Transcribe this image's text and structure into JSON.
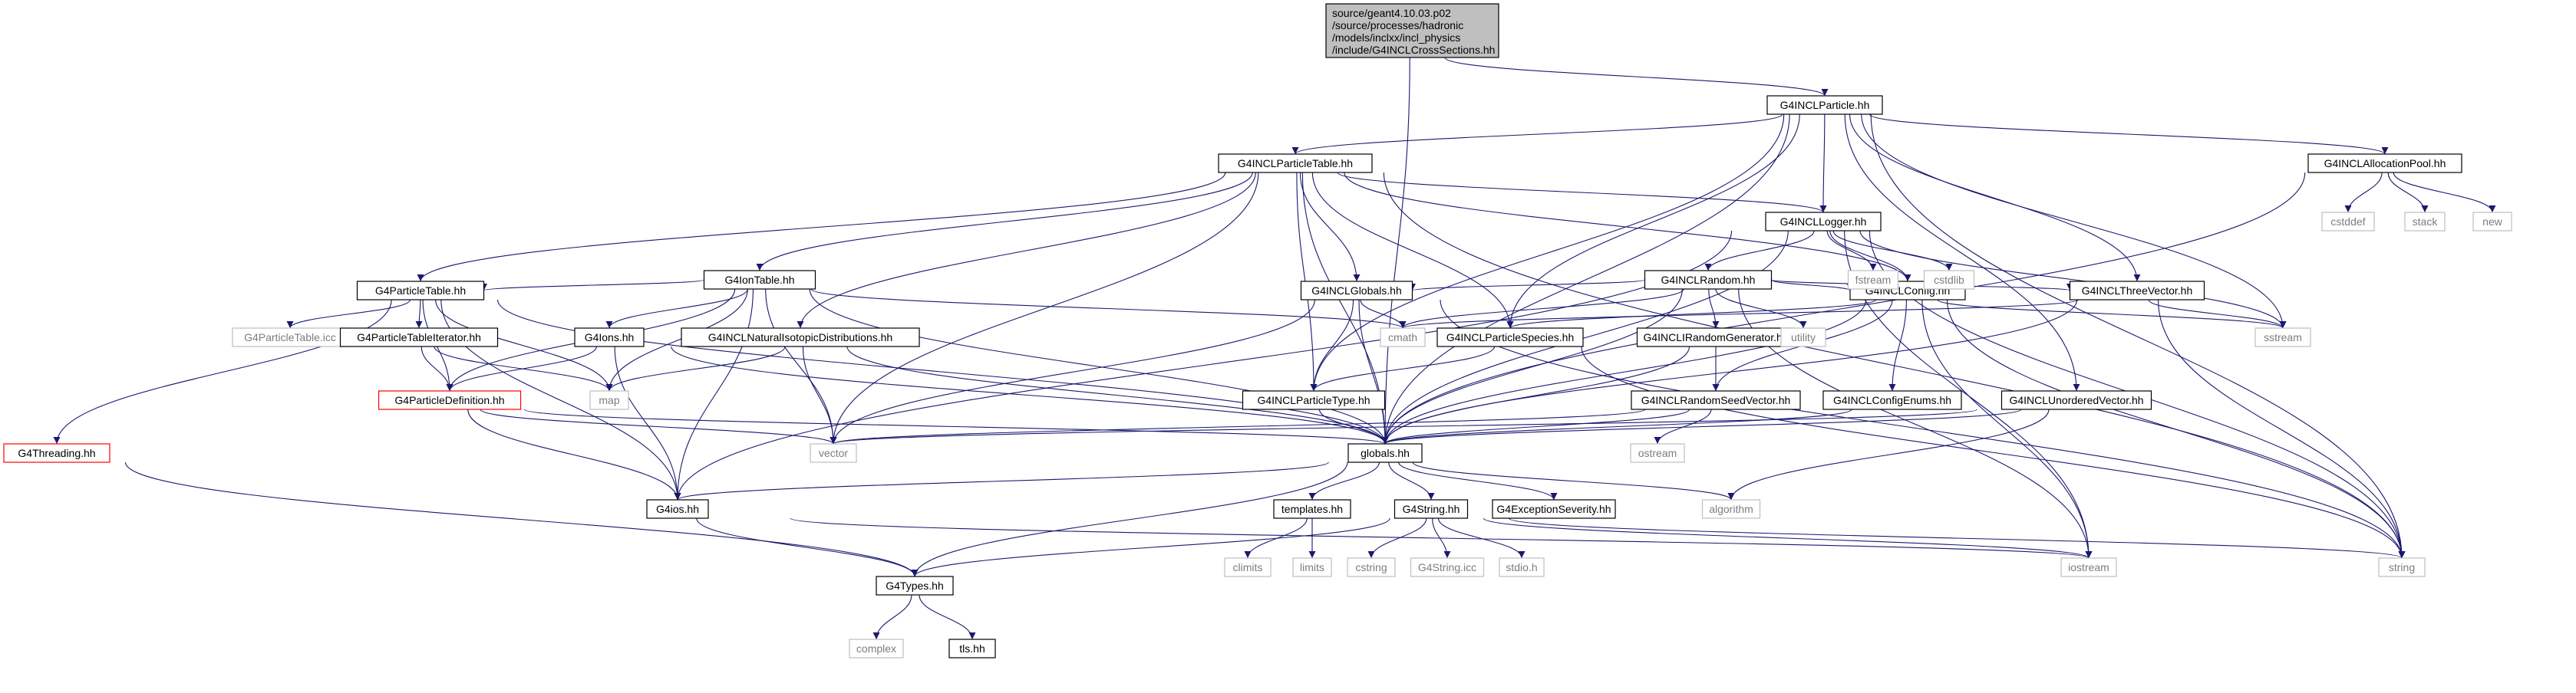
{
  "diagram": {
    "root": {
      "lines": [
        "source/geant4.10.03.p02",
        "/source/processes/hadronic",
        "/models/inclxx/incl_physics",
        "/include/G4INCLCrossSections.hh"
      ]
    },
    "nodes": [
      {
        "id": "particle",
        "label": "G4INCLParticle.hh",
        "style": "normal"
      },
      {
        "id": "particletable",
        "label": "G4INCLParticleTable.hh",
        "style": "normal"
      },
      {
        "id": "allocpool",
        "label": "G4INCLAllocationPool.hh",
        "style": "normal"
      },
      {
        "id": "logger",
        "label": "G4INCLLogger.hh",
        "style": "normal"
      },
      {
        "id": "iontable",
        "label": "G4IonTable.hh",
        "style": "normal"
      },
      {
        "id": "random",
        "label": "G4INCLRandom.hh",
        "style": "normal"
      },
      {
        "id": "g4particletable",
        "label": "G4ParticleTable.hh",
        "style": "normal"
      },
      {
        "id": "inclglobals",
        "label": "G4INCLGlobals.hh",
        "style": "normal"
      },
      {
        "id": "config",
        "label": "G4INCLConfig.hh",
        "style": "normal"
      },
      {
        "id": "threevector",
        "label": "G4INCLThreeVector.hh",
        "style": "normal"
      },
      {
        "id": "ptableicc",
        "label": "G4ParticleTable.icc",
        "style": "gray"
      },
      {
        "id": "ptableiter",
        "label": "G4ParticleTableIterator.hh",
        "style": "normal"
      },
      {
        "id": "ions",
        "label": "G4Ions.hh",
        "style": "normal"
      },
      {
        "id": "natiso",
        "label": "G4INCLNaturalIsotopicDistributions.hh",
        "style": "normal"
      },
      {
        "id": "species",
        "label": "G4INCLParticleSpecies.hh",
        "style": "normal"
      },
      {
        "id": "irandgen",
        "label": "G4INCLIRandomGenerator.hh",
        "style": "normal"
      },
      {
        "id": "map",
        "label": "map",
        "style": "gray"
      },
      {
        "id": "pdef",
        "label": "G4ParticleDefinition.hh",
        "style": "red"
      },
      {
        "id": "ptype",
        "label": "G4INCLParticleType.hh",
        "style": "normal"
      },
      {
        "id": "randseed",
        "label": "G4INCLRandomSeedVector.hh",
        "style": "normal"
      },
      {
        "id": "configenums",
        "label": "G4INCLConfigEnums.hh",
        "style": "normal"
      },
      {
        "id": "unordered",
        "label": "G4INCLUnorderedVector.hh",
        "style": "normal"
      },
      {
        "id": "threading",
        "label": "G4Threading.hh",
        "style": "red"
      },
      {
        "id": "vector",
        "label": "vector",
        "style": "gray"
      },
      {
        "id": "globals",
        "label": "globals.hh",
        "style": "normal"
      },
      {
        "id": "ostream",
        "label": "ostream",
        "style": "gray"
      },
      {
        "id": "g4ios",
        "label": "G4ios.hh",
        "style": "normal"
      },
      {
        "id": "templates",
        "label": "templates.hh",
        "style": "normal"
      },
      {
        "id": "g4string",
        "label": "G4String.hh",
        "style": "normal"
      },
      {
        "id": "exception",
        "label": "G4ExceptionSeverity.hh",
        "style": "normal"
      },
      {
        "id": "algorithm",
        "label": "algorithm",
        "style": "gray"
      },
      {
        "id": "climits",
        "label": "climits",
        "style": "gray"
      },
      {
        "id": "limits",
        "label": "limits",
        "style": "gray"
      },
      {
        "id": "cstring",
        "label": "cstring",
        "style": "gray"
      },
      {
        "id": "g4stringicc",
        "label": "G4String.icc",
        "style": "gray"
      },
      {
        "id": "stdioh",
        "label": "stdio.h",
        "style": "gray"
      },
      {
        "id": "iostream",
        "label": "iostream",
        "style": "gray"
      },
      {
        "id": "string",
        "label": "string",
        "style": "gray"
      },
      {
        "id": "g4types",
        "label": "G4Types.hh",
        "style": "normal"
      },
      {
        "id": "complex",
        "label": "complex",
        "style": "gray"
      },
      {
        "id": "tlsh",
        "label": "tls.hh",
        "style": "normal"
      },
      {
        "id": "cstddef",
        "label": "cstddef",
        "style": "gray"
      },
      {
        "id": "stack",
        "label": "stack",
        "style": "gray"
      },
      {
        "id": "new",
        "label": "new",
        "style": "gray"
      },
      {
        "id": "fstream",
        "label": "fstream",
        "style": "gray"
      },
      {
        "id": "cstdlib",
        "label": "cstdlib",
        "style": "gray"
      },
      {
        "id": "utility",
        "label": "utility",
        "style": "gray"
      },
      {
        "id": "cmath",
        "label": "cmath",
        "style": "gray"
      },
      {
        "id": "sstream",
        "label": "sstream",
        "style": "gray"
      }
    ],
    "edges": [
      [
        "root",
        "particle"
      ],
      [
        "root",
        "globals"
      ],
      [
        "particle",
        "particletable"
      ],
      [
        "particle",
        "allocpool"
      ],
      [
        "particle",
        "logger"
      ],
      [
        "particle",
        "globals"
      ],
      [
        "particle",
        "species"
      ],
      [
        "particle",
        "ptype"
      ],
      [
        "particle",
        "threevector"
      ],
      [
        "particle",
        "unordered"
      ],
      [
        "particle",
        "sstream"
      ],
      [
        "particle",
        "string"
      ],
      [
        "particletable",
        "iontable"
      ],
      [
        "particletable",
        "g4particletable"
      ],
      [
        "particletable",
        "logger"
      ],
      [
        "particletable",
        "config"
      ],
      [
        "particletable",
        "natiso"
      ],
      [
        "particletable",
        "inclglobals"
      ],
      [
        "particletable",
        "species"
      ],
      [
        "particletable",
        "ptype"
      ],
      [
        "particletable",
        "globals"
      ],
      [
        "particletable",
        "vector"
      ],
      [
        "particletable",
        "string"
      ],
      [
        "allocpool",
        "cstddef"
      ],
      [
        "allocpool",
        "stack"
      ],
      [
        "allocpool",
        "new"
      ],
      [
        "allocpool",
        "globals"
      ],
      [
        "logger",
        "random"
      ],
      [
        "logger",
        "config"
      ],
      [
        "logger",
        "fstream"
      ],
      [
        "logger",
        "cstdlib"
      ],
      [
        "logger",
        "sstream"
      ],
      [
        "logger",
        "globals"
      ],
      [
        "logger",
        "g4ios"
      ],
      [
        "logger",
        "iostream"
      ],
      [
        "logger",
        "string"
      ],
      [
        "iontable",
        "g4particletable"
      ],
      [
        "iontable",
        "ions"
      ],
      [
        "iontable",
        "pdef"
      ],
      [
        "iontable",
        "map"
      ],
      [
        "iontable",
        "vector"
      ],
      [
        "iontable",
        "cmath"
      ],
      [
        "iontable",
        "globals"
      ],
      [
        "iontable",
        "g4ios"
      ],
      [
        "random",
        "inclglobals"
      ],
      [
        "random",
        "config"
      ],
      [
        "random",
        "threevector"
      ],
      [
        "random",
        "irandgen"
      ],
      [
        "random",
        "utility"
      ],
      [
        "random",
        "cmath"
      ],
      [
        "random",
        "globals"
      ],
      [
        "random",
        "iostream"
      ],
      [
        "g4particletable",
        "ptableicc"
      ],
      [
        "g4particletable",
        "ptableiter"
      ],
      [
        "g4particletable",
        "pdef"
      ],
      [
        "g4particletable",
        "map"
      ],
      [
        "g4particletable",
        "threading"
      ],
      [
        "g4particletable",
        "globals"
      ],
      [
        "g4particletable",
        "g4ios"
      ],
      [
        "inclglobals",
        "cmath"
      ],
      [
        "inclglobals",
        "ptype"
      ],
      [
        "inclglobals",
        "globals"
      ],
      [
        "inclglobals",
        "vector"
      ],
      [
        "inclglobals",
        "string"
      ],
      [
        "config",
        "species"
      ],
      [
        "config",
        "configenums"
      ],
      [
        "config",
        "randseed"
      ],
      [
        "config",
        "globals"
      ],
      [
        "config",
        "iostream"
      ],
      [
        "config",
        "string"
      ],
      [
        "config",
        "sstream"
      ],
      [
        "threevector",
        "cmath"
      ],
      [
        "threevector",
        "sstream"
      ],
      [
        "threevector",
        "string"
      ],
      [
        "threevector",
        "globals"
      ],
      [
        "ptableiter",
        "map"
      ],
      [
        "ptableiter",
        "pdef"
      ],
      [
        "ions",
        "pdef"
      ],
      [
        "ions",
        "globals"
      ],
      [
        "ions",
        "g4ios"
      ],
      [
        "natiso",
        "map"
      ],
      [
        "natiso",
        "vector"
      ],
      [
        "natiso",
        "globals"
      ],
      [
        "species",
        "ptype"
      ],
      [
        "species",
        "string"
      ],
      [
        "irandgen",
        "randseed"
      ],
      [
        "irandgen",
        "globals"
      ],
      [
        "pdef",
        "vector"
      ],
      [
        "pdef",
        "globals"
      ],
      [
        "pdef",
        "g4ios"
      ],
      [
        "ptype",
        "globals"
      ],
      [
        "randseed",
        "ostream"
      ],
      [
        "randseed",
        "vector"
      ],
      [
        "randseed",
        "globals"
      ],
      [
        "configenums",
        "globals"
      ],
      [
        "unordered",
        "vector"
      ],
      [
        "unordered",
        "globals"
      ],
      [
        "unordered",
        "algorithm"
      ],
      [
        "threading",
        "g4types"
      ],
      [
        "globals",
        "g4ios"
      ],
      [
        "globals",
        "templates"
      ],
      [
        "globals",
        "g4string"
      ],
      [
        "globals",
        "exception"
      ],
      [
        "globals",
        "algorithm"
      ],
      [
        "globals",
        "g4types"
      ],
      [
        "g4ios",
        "g4types"
      ],
      [
        "g4ios",
        "iostream"
      ],
      [
        "templates",
        "climits"
      ],
      [
        "templates",
        "limits"
      ],
      [
        "g4string",
        "cstring"
      ],
      [
        "g4string",
        "g4stringicc"
      ],
      [
        "g4string",
        "stdioh"
      ],
      [
        "g4string",
        "iostream"
      ],
      [
        "g4string",
        "string"
      ],
      [
        "g4string",
        "g4types"
      ],
      [
        "g4types",
        "complex"
      ],
      [
        "g4types",
        "tlsh"
      ]
    ],
    "colors": {
      "edge": "#191970",
      "normal_border": "#000000",
      "gray_border": "#bfbfbf",
      "gray_text": "#7d7d7d",
      "red_border": "#ff0000",
      "root_fill": "#bfbfbf"
    }
  }
}
